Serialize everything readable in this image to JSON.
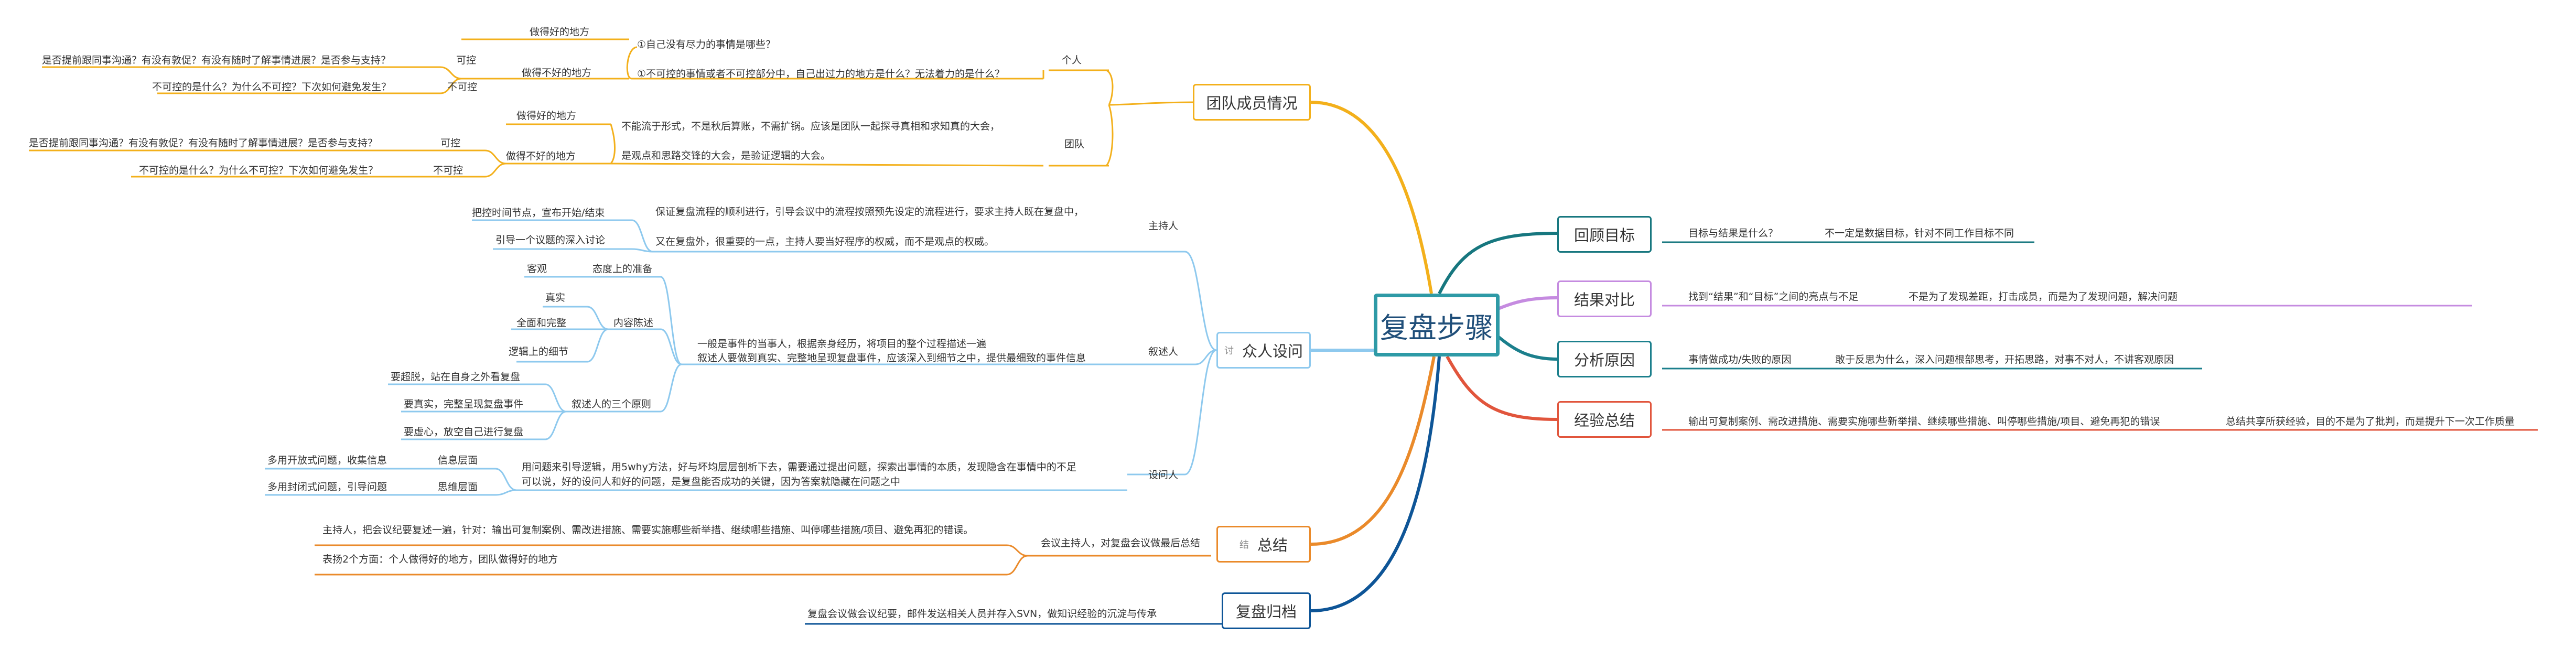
{
  "center": {
    "title": "复盘步骤"
  },
  "branches": {
    "team": {
      "title": "团队成员情况",
      "personal": {
        "label": "个人",
        "note1": "①自己没有尽力的事情是哪些？",
        "note2": "①不可控的事情或者不可控部分中，自己出过力的地方是什么？无法着力的是什么？",
        "good": "做得好的地方",
        "bad": "做得不好的地方",
        "controllable": "可控",
        "controllable_q": "是否提前跟同事沟通？有没有敦促？有没有随时了解事情进展？是否参与支持？",
        "uncontrollable": "不可控",
        "uncontrollable_q": "不可控的是什么？为什么不可控？下次如何避免发生？"
      },
      "group": {
        "label": "团队",
        "note1": "不能流于形式，不是秋后算账，不需扩锅。应该是团队一起探寻真相和求知真的大会，",
        "note2": "是观点和思路交锋的大会，是验证逻辑的大会。",
        "good": "做得好的地方",
        "bad": "做得不好的地方",
        "controllable": "可控",
        "controllable_q": "是否提前跟同事沟通？有没有敦促？有没有随时了解事情进展？是否参与支持？",
        "uncontrollable": "不可控",
        "uncontrollable_q": "不可控的是什么？为什么不可控？下次如何避免发生？"
      }
    },
    "review": {
      "title": "回顾目标",
      "q": "目标与结果是什么？",
      "note": "不一定是数据目标，针对不同工作目标不同"
    },
    "compare": {
      "title": "结果对比",
      "q": "找到“结果”和“目标”之间的亮点与不足",
      "note": "不是为了发现差距，打击成员，而是为了发现问题，解决问题"
    },
    "analyze": {
      "title": "分析原因",
      "q": "事情做成功/失败的原因",
      "note": "敢于反思为什么，深入问题根部思考，开拓思路，对事不对人，不讲客观原因"
    },
    "summary": {
      "title": "经验总结",
      "q": "输出可复制案例、需改进措施、需要实施哪些新举措、继续哪些措施、叫停哪些措施/项目、避免再犯的错误",
      "note": "总结共享所获经验，目的不是为了批判，而是提升下一次工作质量"
    },
    "discuss": {
      "badge": "讨",
      "title": "众人设问",
      "host": {
        "label": "主持人",
        "desc1": "保证复盘流程的顺利进行，引导会议中的流程按照预先设定的流程进行，要求主持人既在复盘中，",
        "desc2": "又在复盘外，很重要的一点，主持人要当好程序的权威，而不是观点的权威。",
        "item1": "把控时间节点，宣布开始/结束",
        "item2": "引导一个议题的深入讨论"
      },
      "narrator": {
        "label": "叙述人",
        "desc1": "一般是事件的当事人，根据亲身经历，将项目的整个过程描述一遍",
        "desc2": "叙述人要做到真实、完整地呈现复盘事件，应该深入到细节之中，提供最细致的事件信息",
        "attitude": "态度上的准备",
        "objective": "客观",
        "content": "内容陈述",
        "real": "真实",
        "complete": "全面和完整",
        "logic": "逻辑上的细节",
        "principles": "叙述人的三个原则",
        "p1": "要超脱，站在自身之外看复盘",
        "p2": "要真实，完整呈现复盘事件",
        "p3": "要虚心，放空自己进行复盘"
      },
      "questioner": {
        "label": "设问人",
        "desc1": "用问题来引导逻辑，用5why方法，好与坏均层层剖析下去，需要通过提出问题，探索出事情的本质，发现隐含在事情中的不足",
        "desc2": "可以说，好的设问人和好的问题，是复盘能否成功的关键，因为答案就隐藏在问题之中",
        "info": "信息层面",
        "info_q": "多用开放式问题，收集信息",
        "thinking": "思维层面",
        "thinking_q": "多用封闭式问题，引导问题"
      }
    },
    "conclude": {
      "badge": "结",
      "title": "总结",
      "mid": "会议主持人，对复盘会议做最后总结",
      "text1": "主持人，把会议纪要复述一遍，针对：输出可复制案例、需改进措施、需要实施哪些新举措、继续哪些措施、叫停哪些措施/项目、避免再犯的错误。",
      "text2": "表扬2个方面：个人做得好的地方，团队做得好的地方"
    },
    "archive": {
      "title": "复盘归档",
      "text": "复盘会议做会议纪要，邮件发送相关人员并存入SVN，做知识经验的沉淀与传承"
    }
  },
  "colors": {
    "central_border": "#2e9aa6",
    "central_text": "#1f4e79",
    "team": "#f3b01b",
    "review": "#17777f",
    "compare": "#c58be0",
    "analyze": "#1b7f8c",
    "summary": "#e1553c",
    "discuss": "#8ec9ee",
    "conclude": "#ea8a2a",
    "archive": "#0e5597"
  }
}
